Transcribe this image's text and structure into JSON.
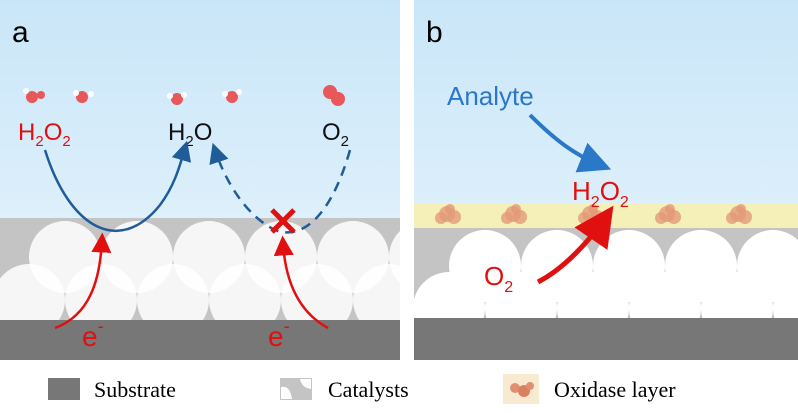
{
  "panel_a": {
    "label": "a",
    "h2o2": {
      "main1": "H",
      "sub1": "2",
      "main2": "O",
      "sub2": "2"
    },
    "h2o": {
      "main1": "H",
      "sub1": "2",
      "main2": "O"
    },
    "o2": {
      "main": "O",
      "sub": "2"
    },
    "electron_left": {
      "main": "e",
      "sup": "-"
    },
    "electron_right": {
      "main": "e",
      "sup": "-"
    }
  },
  "panel_b": {
    "label": "b",
    "analyte": "Analyte",
    "h2o2": {
      "main1": "H",
      "sub1": "2",
      "main2": "O",
      "sub2": "2"
    },
    "o2": {
      "main": "O",
      "sub": "2"
    }
  },
  "legend": {
    "substrate": "Substrate",
    "catalysts": "Catalysts",
    "oxidase": "Oxidase layer"
  },
  "colors": {
    "red": "#e01010",
    "blue": "#1f5c99",
    "analyte_blue": "#2a78c8",
    "substrate": "#777777",
    "catalyst": "#c4c4c4",
    "oxidase_layer": "#f5efb8"
  }
}
